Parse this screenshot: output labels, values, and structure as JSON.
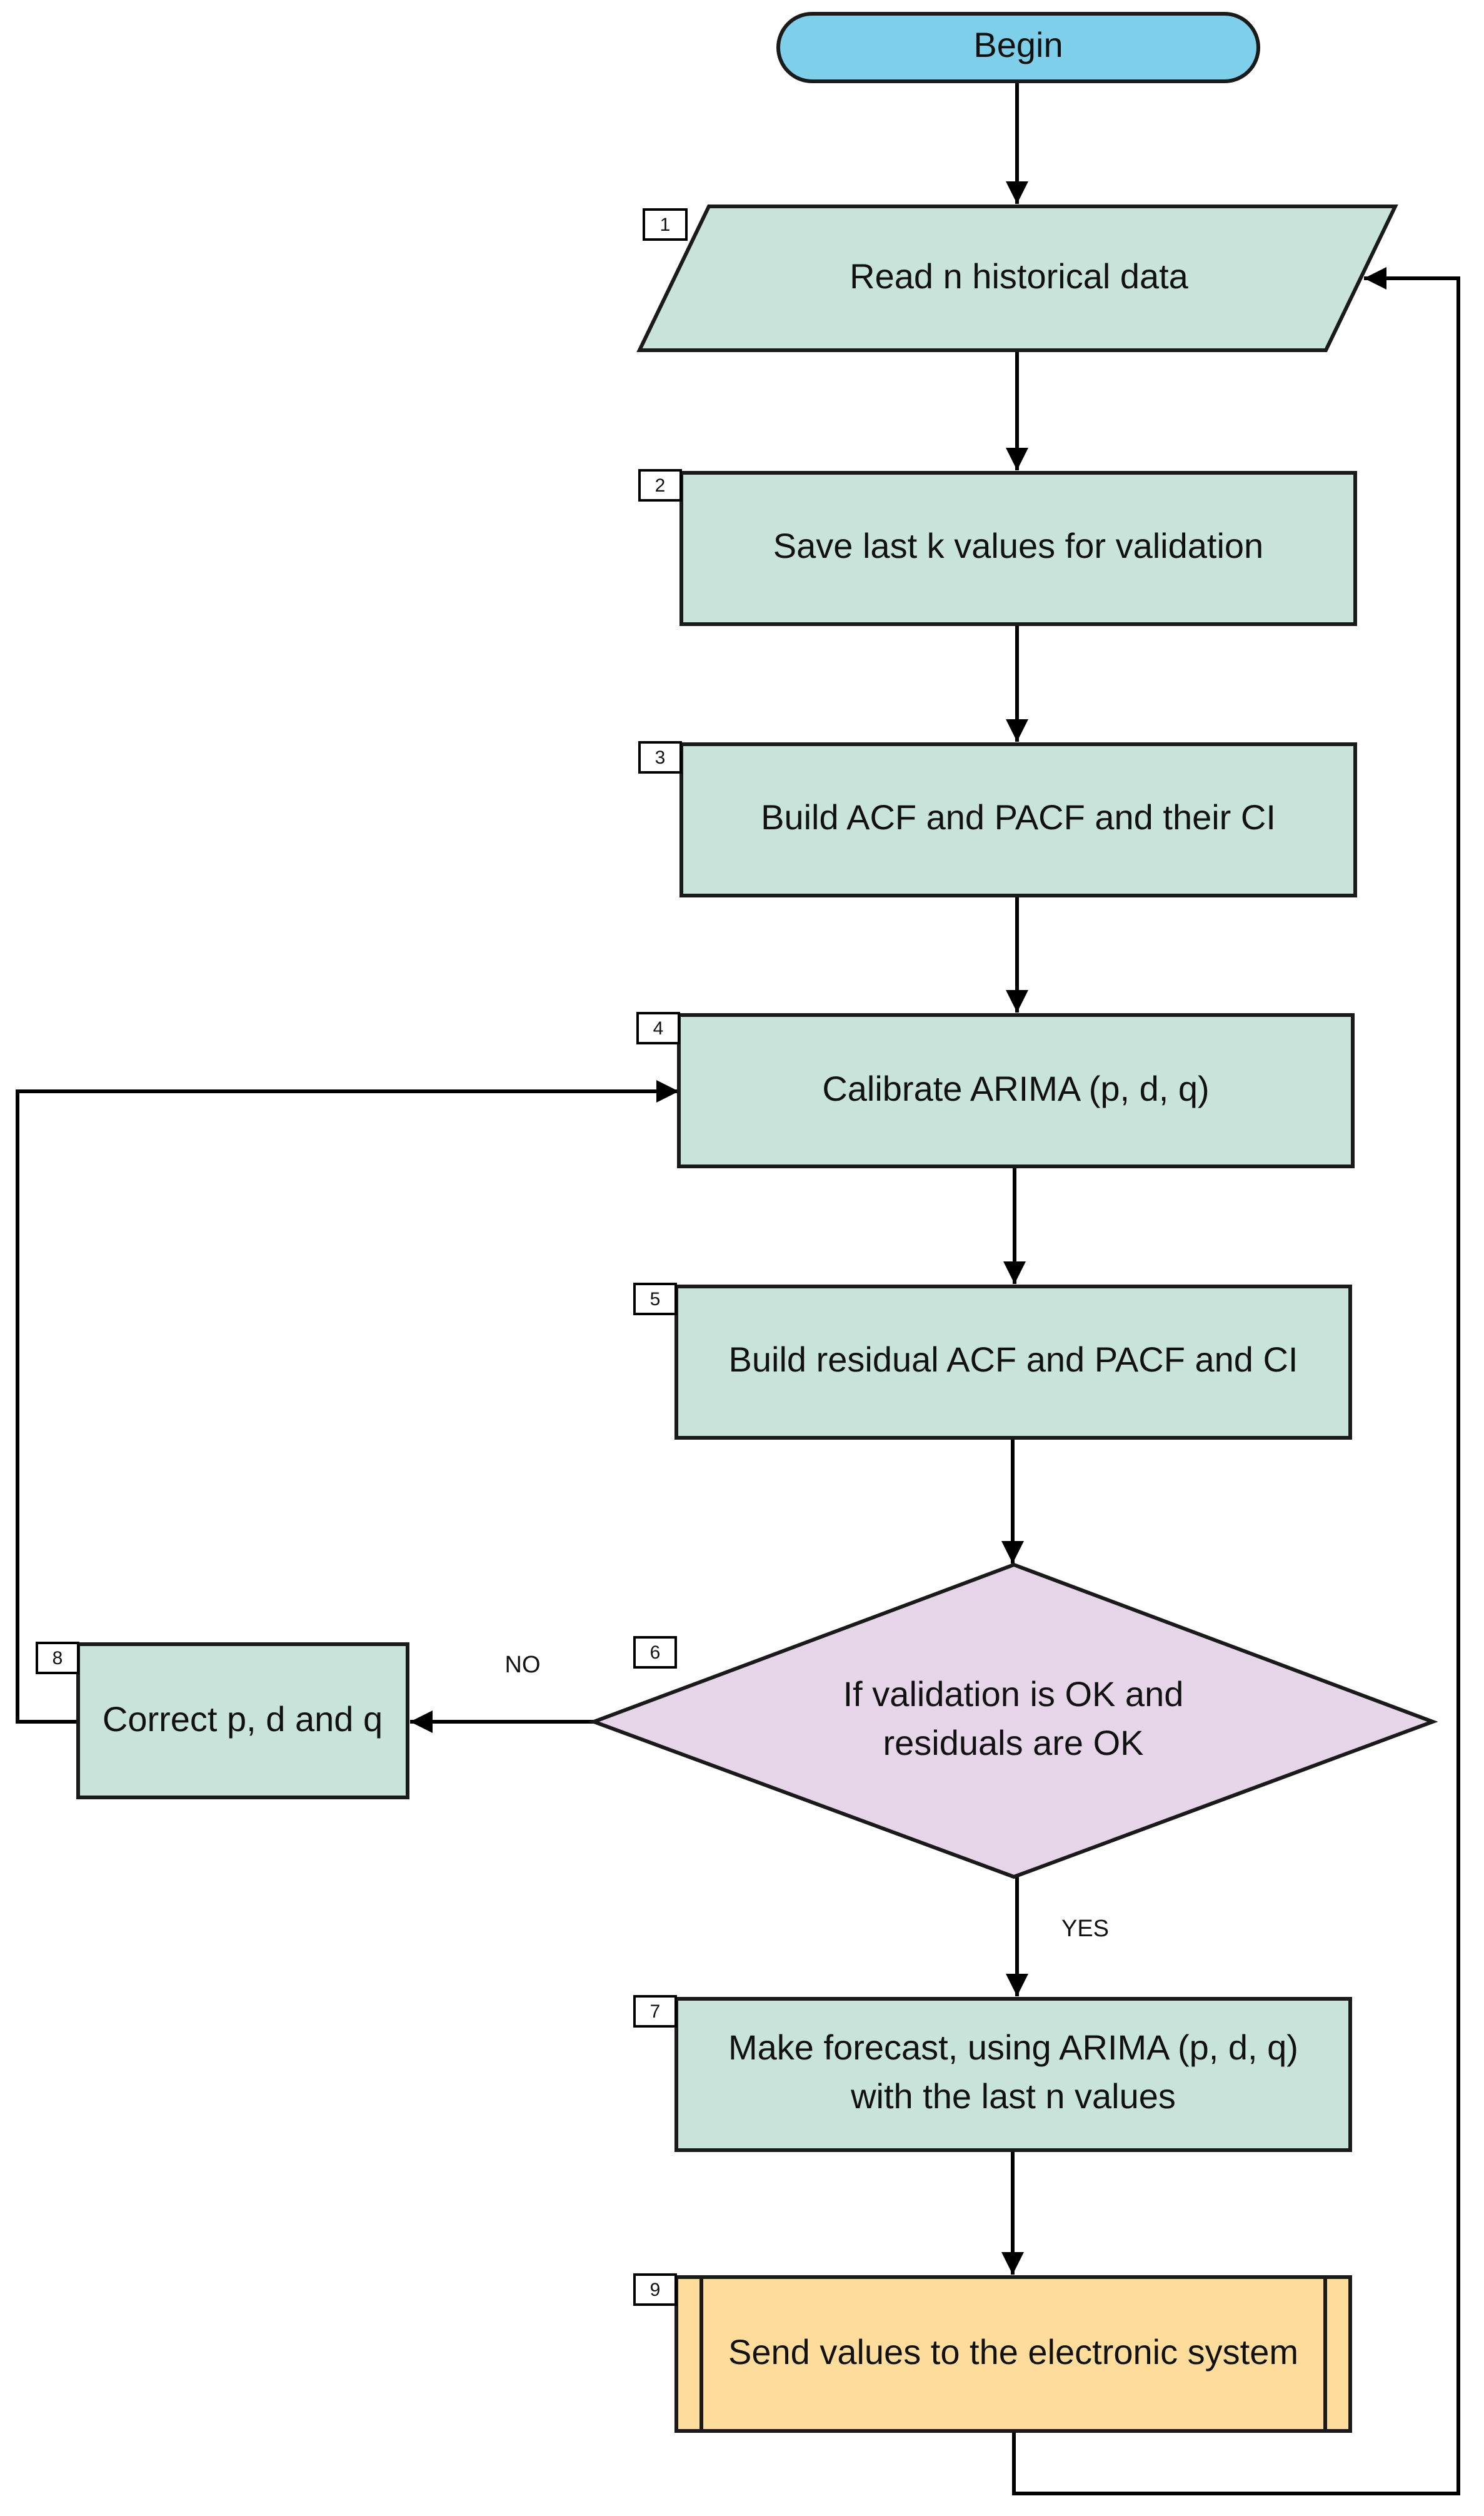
{
  "colors": {
    "terminator": "#7ecfe9",
    "process": "#c8e3da",
    "decision": "#e6d4e8",
    "subprocess": "#fddc9c"
  },
  "nodes": {
    "begin": {
      "label": "Begin"
    },
    "n1": {
      "number": "1",
      "label": "Read n historical data"
    },
    "n2": {
      "number": "2",
      "label": "Save last k values for validation"
    },
    "n3": {
      "number": "3",
      "label": "Build ACF and PACF and their CI"
    },
    "n4": {
      "number": "4",
      "label": "Calibrate ARIMA (p, d, q)"
    },
    "n5": {
      "number": "5",
      "label": "Build residual ACF and PACF and CI"
    },
    "n6": {
      "number": "6",
      "line1": "If validation is OK and",
      "line2": "residuals are OK"
    },
    "n7": {
      "number": "7",
      "line1": "Make forecast, using ARIMA (p, d, q)",
      "line2": "with the last n values"
    },
    "n8": {
      "number": "8",
      "label": "Correct p, d and q"
    },
    "n9": {
      "number": "9",
      "label": "Send values to the electronic system"
    }
  },
  "edge_labels": {
    "no": "NO",
    "yes": "YES"
  }
}
